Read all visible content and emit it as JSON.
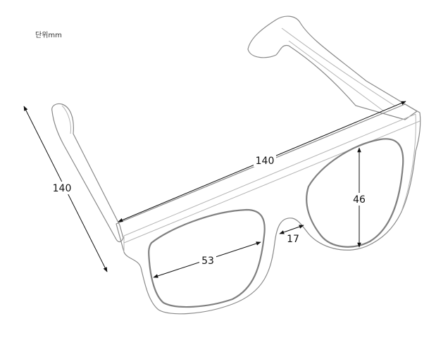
{
  "unit_label": "단위mm",
  "dimensions": {
    "total_width": "140",
    "temple_length": "140",
    "lens_width": "53",
    "bridge_width": "17",
    "lens_height": "46"
  }
}
